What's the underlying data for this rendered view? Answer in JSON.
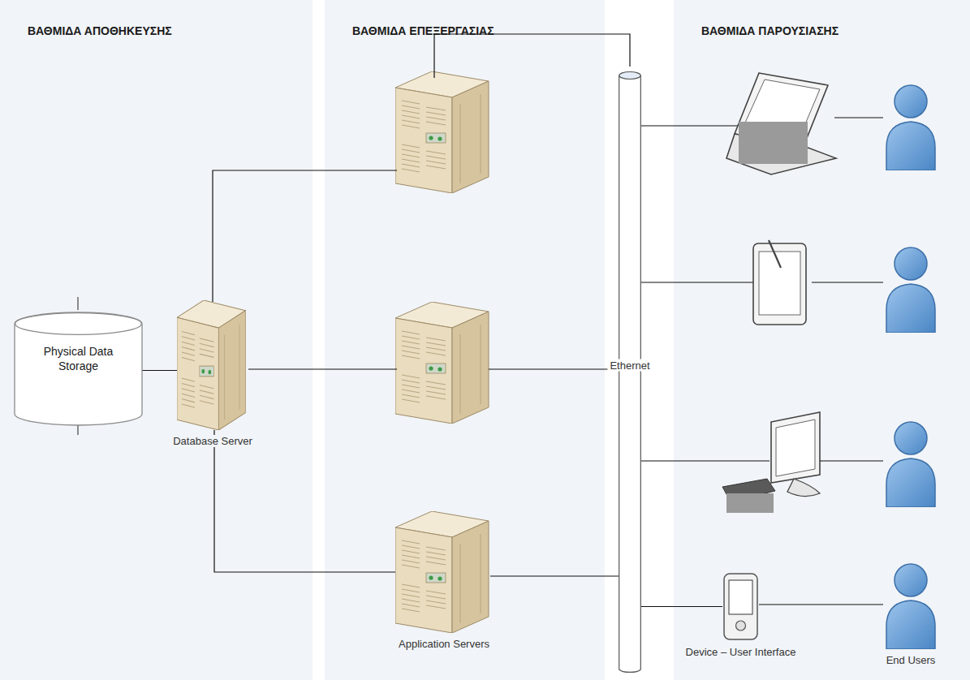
{
  "diagram": {
    "nodes": [
      {
        "text": [
          "ΒΑΘΜΙΔΑ ΑΠΟΘΗΚΕΥΣΗΣ"
        ]
      },
      {
        "text": [
          "Physical Data Storage"
        ],
        "in": 0
      },
      {
        "text": [
          "Database Server"
        ],
        "in": 0
      },
      {
        "text": [
          "ΒΑΘΜΙΔΑ ΕΠΕΞΕΡΓΑΣΙΑΣ"
        ]
      },
      {
        "text": [
          "Application Servers"
        ],
        "in": 3
      },
      {
        "text": [
          "Ethernet"
        ]
      },
      {
        "text": [
          "ΒΑΘΜΙΔΑ ΠΑΡΟΥΣΙΑΣΗΣ"
        ]
      },
      {
        "text": [
          "Device – User Interface"
        ],
        "in": 6
      },
      {
        "text": [
          "End Users"
        ],
        "in": 6
      }
    ],
    "edges": [
      {
        "from": 1,
        "to": 2,
        "arrow": "none"
      },
      {
        "from": 2,
        "to": 4,
        "arrow": "none"
      },
      {
        "from": 4,
        "to": 5,
        "arrow": "none"
      },
      {
        "from": 5,
        "to": 7,
        "arrow": "none"
      },
      {
        "from": 7,
        "to": 8,
        "arrow": "none"
      }
    ]
  }
}
